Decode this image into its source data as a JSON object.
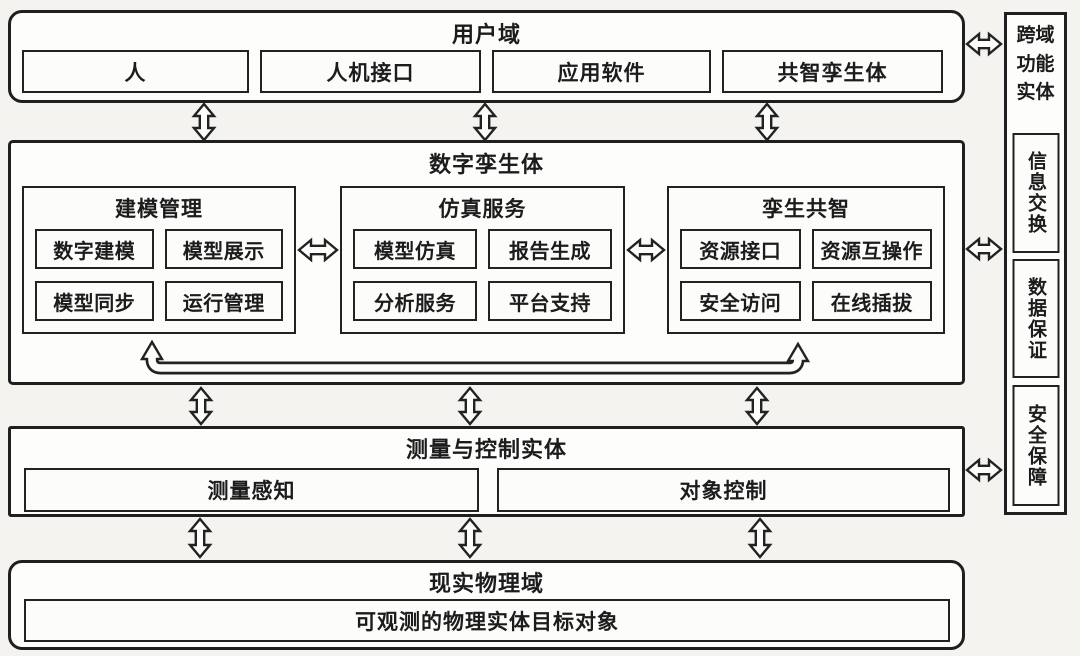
{
  "colors": {
    "line": "#1f1f1f",
    "box_fill": "#fdfdfc",
    "background": "#f5f3f0"
  },
  "user_domain": {
    "title": "用户域",
    "items": [
      "人",
      "人机接口",
      "应用软件",
      "共智孪生体"
    ]
  },
  "digital_twin": {
    "title": "数字孪生体",
    "groups": [
      {
        "title": "建模管理",
        "items": [
          "数字建模",
          "模型展示",
          "模型同步",
          "运行管理"
        ]
      },
      {
        "title": "仿真服务",
        "items": [
          "模型仿真",
          "报告生成",
          "分析服务",
          "平台支持"
        ]
      },
      {
        "title": "孪生共智",
        "items": [
          "资源接口",
          "资源互操作",
          "安全访问",
          "在线插拔"
        ]
      }
    ]
  },
  "measurement_control": {
    "title": "测量与控制实体",
    "items": [
      "测量感知",
      "对象控制"
    ]
  },
  "physical_domain": {
    "title": "现实物理域",
    "items": [
      "可观测的物理实体目标对象"
    ]
  },
  "cross_domain": {
    "title": "跨域功能实体",
    "items": [
      "信息交换",
      "数据保证",
      "安全保障"
    ]
  }
}
